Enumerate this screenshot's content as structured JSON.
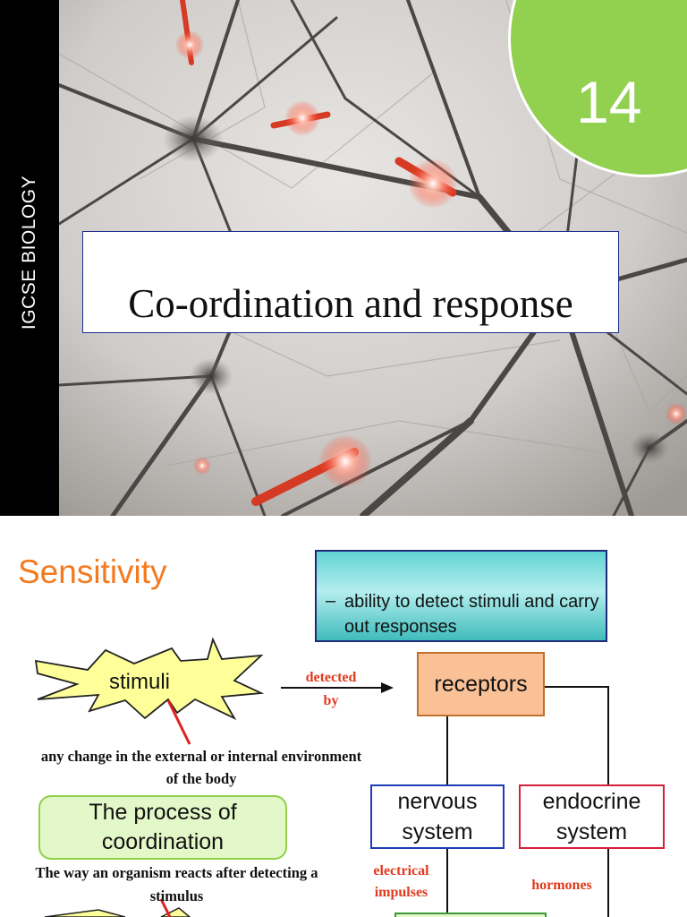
{
  "slide1": {
    "side_label": "IGCSE BIOLOGY",
    "title": "Co-ordination and response",
    "chapter_number": "14",
    "colors": {
      "chapter_circle": "#92d050",
      "side_strip": "#000000",
      "title_border": "#1f2f8a"
    }
  },
  "slide2": {
    "heading": "Sensitivity",
    "definition": {
      "dash": "–",
      "text": "ability to detect stimuli and carry out responses"
    },
    "stimuli_label": "stimuli",
    "detected_by": {
      "line1": "detected",
      "line2": "by"
    },
    "receptors_label": "receptors",
    "stimuli_caption": "any change in the external or internal environment of the body",
    "nervous_system": {
      "line1": "nervous",
      "line2": "system"
    },
    "endocrine_system": {
      "line1": "endocrine",
      "line2": "system"
    },
    "process_box": {
      "line1": "The process of",
      "line2": "coordination"
    },
    "process_caption": "The way an organism reacts after detecting a stimulus",
    "electrical_impulses": {
      "line1": "electrical",
      "line2": "impulses"
    },
    "hormones_label": "hormones",
    "colors": {
      "heading": "#f47a1f",
      "red_text": "#e03a1e",
      "burst_fill": "#ffff99",
      "receptors_fill": "#fac196",
      "process_fill": "#e3f8c8"
    }
  }
}
